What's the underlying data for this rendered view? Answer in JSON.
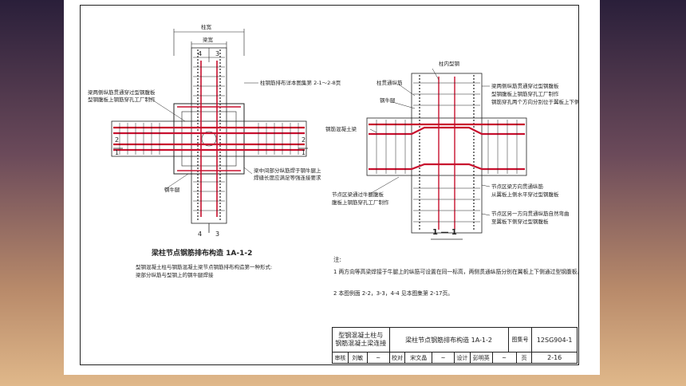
{
  "drawing": {
    "col_width": "柱宽",
    "beam_width": "梁宽",
    "dim_4": "4",
    "dim_3": "3",
    "section_2": "2",
    "section_1": "1",
    "ann_column_rebar": "柱钢筋排布详本图集第 2-1～2-8页",
    "ann_beam_side_1": "梁两侧纵筋贯通穿过型钢腹板",
    "ann_beam_side_2": "型钢腹板上钢筋穿孔工厂制作",
    "ann_middle_1": "梁中间部分纵筋焊于钢牛腿上",
    "ann_middle_2": "焊缝长度应满足等强连接要求",
    "ann_corbel": "钢牛腿",
    "plan_title": "梁柱节点钢筋排布构造 1A-1-2",
    "plan_desc_1": "型钢混凝土柱与钢筋混凝土梁节点钢筋排布构造第一种形式:",
    "plan_desc_2": "梁部分纵筋与型钢上的钢牛腿焊接",
    "sec_col_steel": "柱内型钢",
    "sec_col_rebar": "柱贯通纵筋",
    "sec_corbel": "钢牛腿",
    "sec_rc_beam": "钢筋混凝土梁",
    "sec_r1": "梁两侧纵筋贯通穿过型钢腹板",
    "sec_r2": "型钢腹板上钢筋穿孔工厂制作",
    "sec_r3": "钢筋穿孔两个方向分别位于翼板上下侧",
    "sec_b1": "节点区梁通过牛腿腹板",
    "sec_b2": "腹板上钢筋穿孔工厂制作",
    "sec_b3": "节点区梁方向贯通纵筋",
    "sec_b4": "从翼板上侧水平穿过型钢腹板",
    "sec_b5": "节点区另一方向贯通纵筋自然弯曲",
    "sec_b6": "至翼板下侧穿过型钢腹板",
    "section_label": "1 — 1"
  },
  "notes": {
    "head": "注:",
    "n1": "1  两方向等高梁焊接于牛腿上的纵筋可设置在同一标高，两侧贯通纵筋分别在翼板上下侧通过型钢腹板。",
    "n2": "2  本图例面 2-2，3-3，4-4 见本图集第 2-17页。"
  },
  "titleblock": {
    "left_1": "型钢混凝土柱与",
    "left_2": "钢筋混凝土梁连接",
    "name": "梁柱节点钢筋排布构造 1A-1-2",
    "atlas_label": "图集号",
    "atlas_no": "12SG904-1",
    "review": "审核",
    "reviewer": "刘敏",
    "check": "校对",
    "checker": "宋文晶",
    "design": "设计",
    "designer": "彭明英",
    "page_label": "页",
    "page_no": "2-16"
  }
}
